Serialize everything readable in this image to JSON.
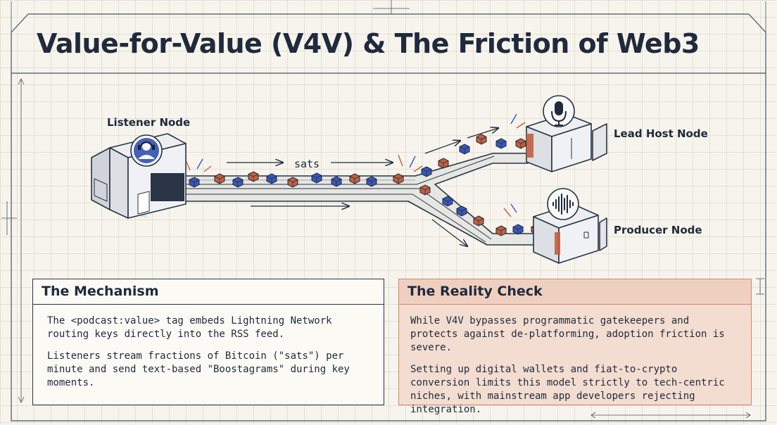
{
  "title": "Value-for-Value (V4V) & The Friction of Web3",
  "diagram": {
    "flow_label": "sats",
    "nodes": {
      "listener": {
        "label": "Listener Node",
        "icon": "headset-user-icon"
      },
      "lead_host": {
        "label": "Lead Host Node",
        "icon": "microphone-icon"
      },
      "producer": {
        "label": "Producer Node",
        "icon": "sound-wave-icon"
      }
    }
  },
  "mechanism": {
    "heading": "The Mechanism",
    "paragraphs": [
      "The <podcast:value> tag embeds Lightning Network routing keys directly into the RSS feed.",
      "Listeners stream fractions of Bitcoin (\"sats\") per minute and send text-based \"Boostagrams\" during key moments."
    ]
  },
  "reality": {
    "heading": "The Reality Check",
    "paragraphs": [
      "While V4V bypasses programmatic gatekeepers and protects against de-platforming, adoption friction is severe.",
      "Setting up digital wallets and fiat-to-crypto conversion limits this model strictly to tech-centric niches, with mainstream app developers rejecting integration."
    ]
  },
  "colors": {
    "ink": "#1f2a3d",
    "sat_blue": "#3a57b5",
    "sat_orange": "#c0603f",
    "reality_fill": "#f3ddd0",
    "reality_border": "#d9826a"
  }
}
